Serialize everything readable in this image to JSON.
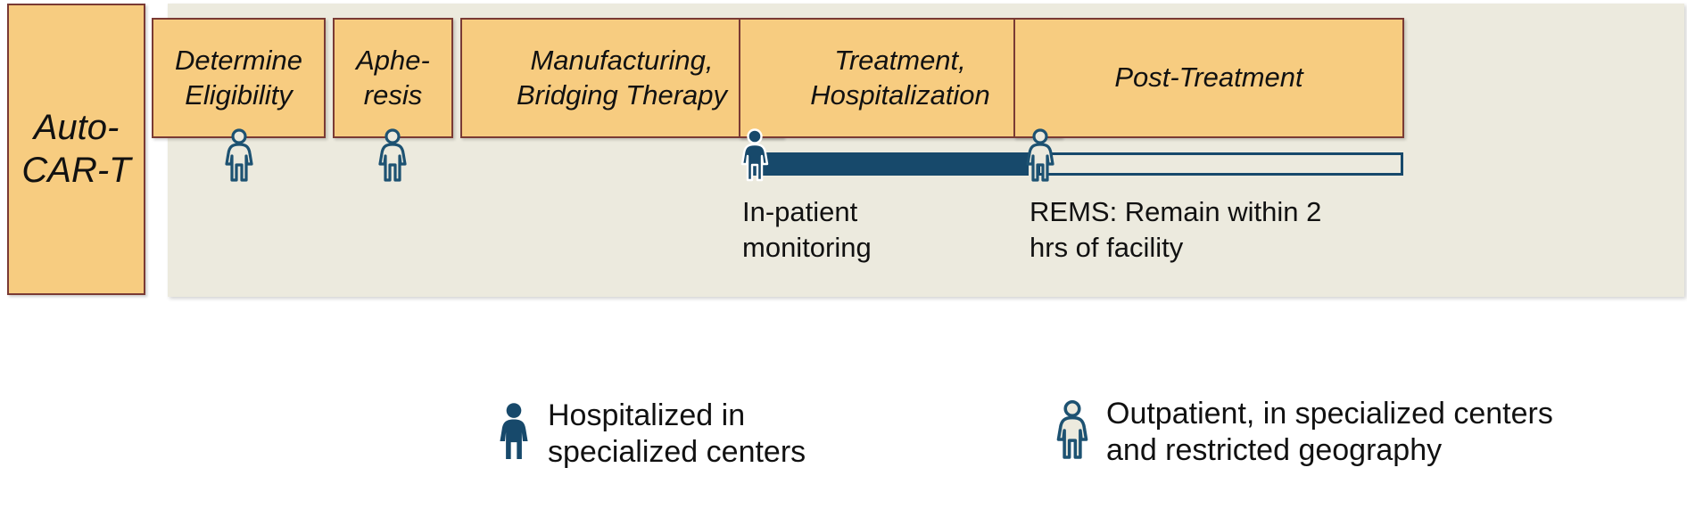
{
  "diagram": {
    "row_label": "Auto-\nCAR-T",
    "stages": [
      {
        "id": "determine-eligibility",
        "label": "Determine\nEligibility",
        "patient_type": "outpatient"
      },
      {
        "id": "apheresis",
        "label": "Aphe-\nresis",
        "patient_type": "outpatient"
      },
      {
        "id": "manufacturing-bridging",
        "label": "Manufacturing,\nBridging Therapy",
        "patient_type": "none"
      },
      {
        "id": "treatment-hospitalization",
        "label": "Treatment,\nHospitalization",
        "patient_type": "hospitalized"
      },
      {
        "id": "post-treatment",
        "label": "Post-Treatment",
        "patient_type": "outpatient"
      }
    ],
    "annotations": [
      {
        "id": "in-patient-monitoring",
        "text": "In-patient\nmonitoring"
      },
      {
        "id": "rems-restriction",
        "text": "REMS: Remain within 2\nhrs of facility"
      }
    ],
    "bars": [
      {
        "id": "in-patient-bar",
        "style": "filled",
        "color": "#17496b"
      },
      {
        "id": "out-patient-bar",
        "style": "outline",
        "color": "#17496b"
      }
    ]
  },
  "legend": {
    "items": [
      {
        "id": "legend-hospitalized",
        "icon": "person-filled-icon",
        "label": "Hospitalized in\nspecialized centers"
      },
      {
        "id": "legend-outpatient",
        "icon": "person-outline-icon",
        "label": "Outpatient, in specialized centers\nand restricted geography"
      }
    ]
  },
  "colors": {
    "stage_fill": "#f7cc80",
    "stage_border": "#7a3a34",
    "band_bg": "#eceade",
    "accent_dark_blue": "#17496b",
    "text": "#111111",
    "page_bg": "#ffffff"
  }
}
